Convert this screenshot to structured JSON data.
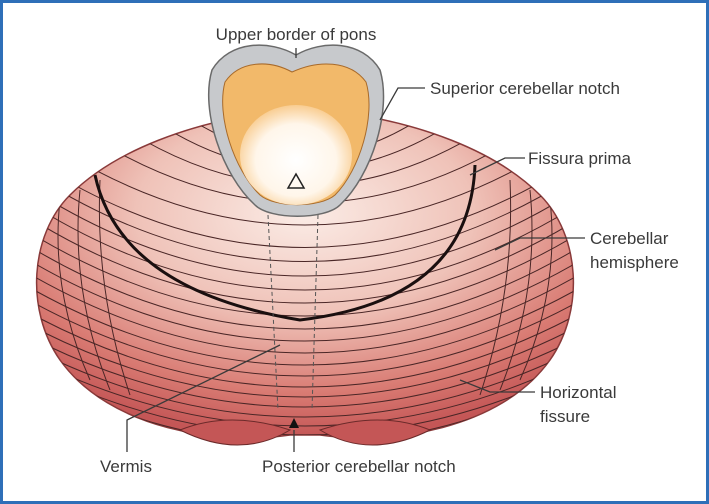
{
  "labels": {
    "upper_border_of_pons": "Upper border of pons",
    "superior_cerebellar_notch": "Superior cerebellar notch",
    "fissura_prima": "Fissura prima",
    "cerebellar_hemisphere_line1": "Cerebellar",
    "cerebellar_hemisphere_line2": "hemisphere",
    "horizontal_fissure_line1": "Horizontal",
    "horizontal_fissure_line2": "fissure",
    "vermis": "Vermis",
    "posterior_cerebellar_notch": "Posterior cerebellar notch"
  },
  "colors": {
    "frame": "#2f6fb8",
    "hemisphere_outer": "#c85a5a",
    "hemisphere_inner": "#f3d3cc",
    "folia_line": "#4a2626",
    "fissure_line": "#1a0f0f",
    "pons_gray": "#c7c9cc",
    "pons_orange": "#f2b96a",
    "pons_core": "#fff7ee"
  }
}
